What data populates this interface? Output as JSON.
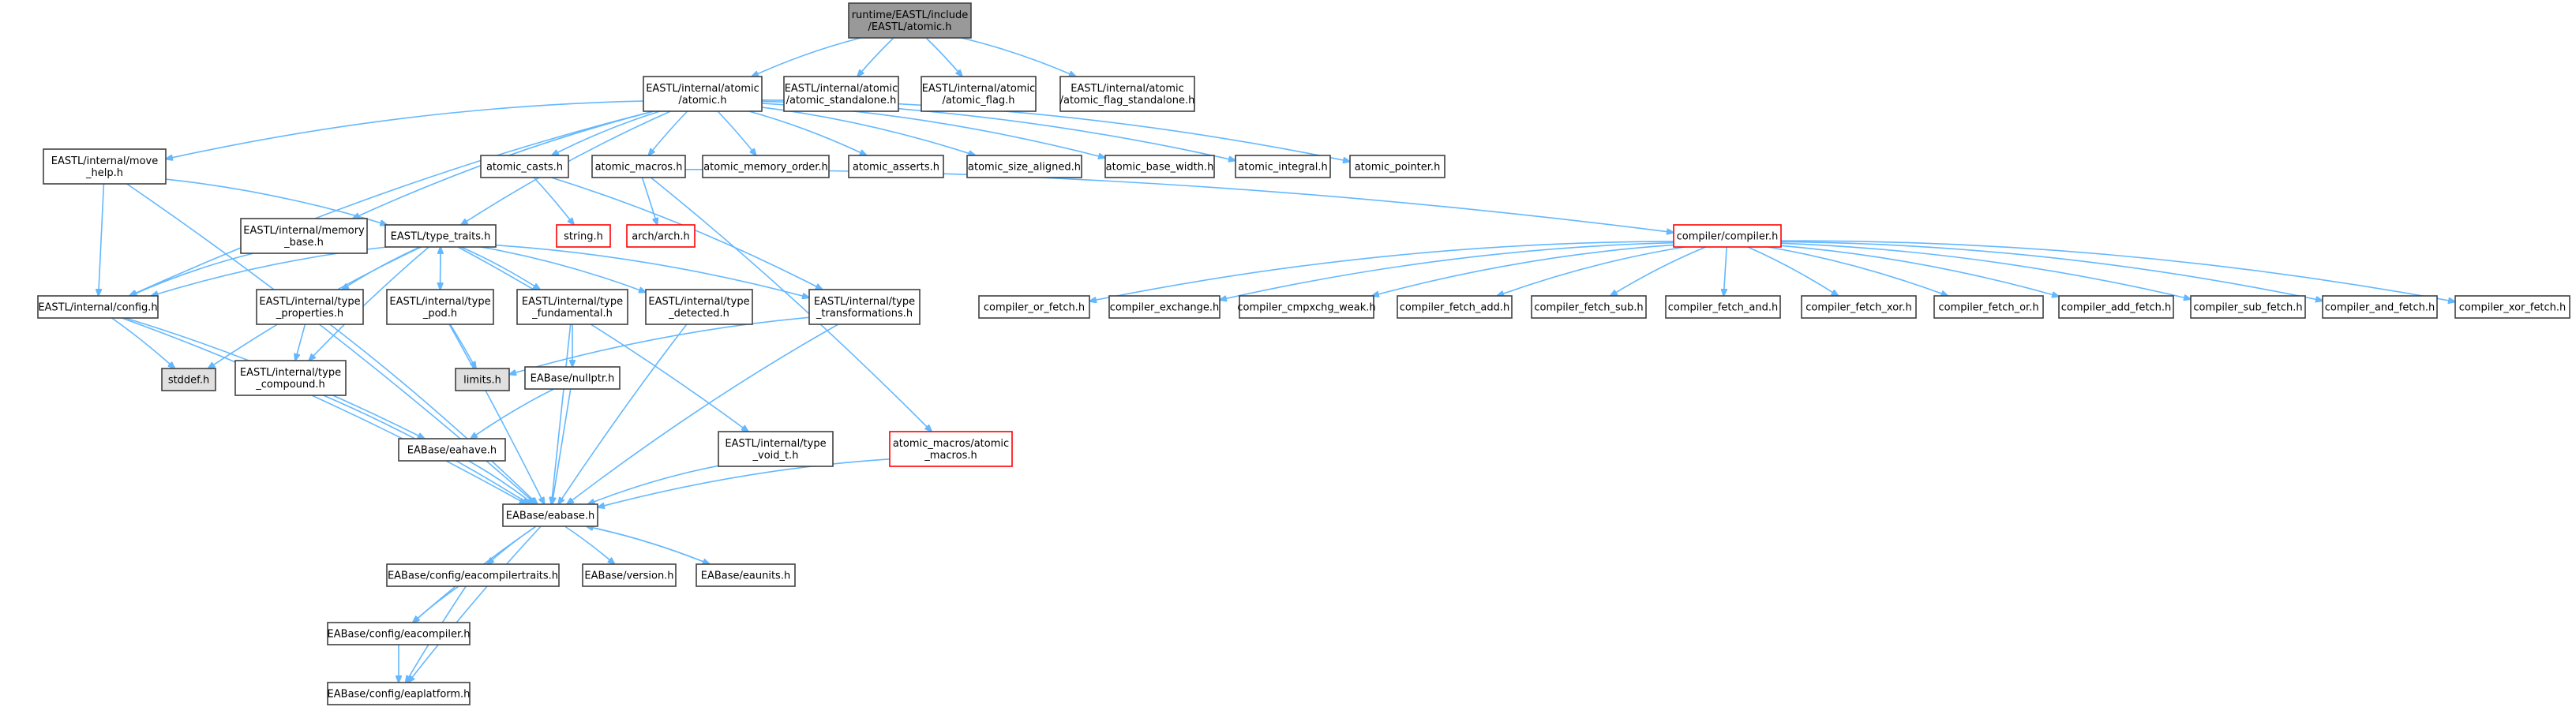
{
  "diagram": {
    "nodes": {
      "root": {
        "lines": [
          "runtime/EASTL/include",
          "/EASTL/atomic.h"
        ],
        "style": "root"
      },
      "int_atomic": {
        "lines": [
          "EASTL/internal/atomic",
          "/atomic.h"
        ],
        "style": "normal"
      },
      "int_atomic_standalone": {
        "lines": [
          "EASTL/internal/atomic",
          "/atomic_standalone.h"
        ],
        "style": "normal"
      },
      "int_atomic_flag": {
        "lines": [
          "EASTL/internal/atomic",
          "/atomic_flag.h"
        ],
        "style": "normal"
      },
      "int_atomic_flag_standalone": {
        "lines": [
          "EASTL/internal/atomic",
          "/atomic_flag_standalone.h"
        ],
        "style": "normal"
      },
      "move_help": {
        "lines": [
          "EASTL/internal/move",
          "_help.h"
        ],
        "style": "normal"
      },
      "atomic_casts": {
        "lines": [
          "atomic_casts.h"
        ],
        "style": "normal"
      },
      "atomic_macros": {
        "lines": [
          "atomic_macros.h"
        ],
        "style": "normal"
      },
      "atomic_memory_order": {
        "lines": [
          "atomic_memory_order.h"
        ],
        "style": "normal"
      },
      "atomic_asserts": {
        "lines": [
          "atomic_asserts.h"
        ],
        "style": "normal"
      },
      "atomic_size_aligned": {
        "lines": [
          "atomic_size_aligned.h"
        ],
        "style": "normal"
      },
      "atomic_base_width": {
        "lines": [
          "atomic_base_width.h"
        ],
        "style": "normal"
      },
      "atomic_integral": {
        "lines": [
          "atomic_integral.h"
        ],
        "style": "normal"
      },
      "atomic_pointer": {
        "lines": [
          "atomic_pointer.h"
        ],
        "style": "normal"
      },
      "string_h": {
        "lines": [
          "string.h"
        ],
        "style": "missing"
      },
      "arch_h": {
        "lines": [
          "arch/arch.h"
        ],
        "style": "missing"
      },
      "memory_base": {
        "lines": [
          "EASTL/internal/memory",
          "_base.h"
        ],
        "style": "normal"
      },
      "type_traits": {
        "lines": [
          "EASTL/type_traits.h"
        ],
        "style": "normal"
      },
      "compiler_h": {
        "lines": [
          "compiler/compiler.h"
        ],
        "style": "missing"
      },
      "config_h": {
        "lines": [
          "EASTL/internal/config.h"
        ],
        "style": "normal"
      },
      "type_properties": {
        "lines": [
          "EASTL/internal/type",
          "_properties.h"
        ],
        "style": "normal"
      },
      "type_pod": {
        "lines": [
          "EASTL/internal/type",
          "_pod.h"
        ],
        "style": "normal"
      },
      "type_fundamental": {
        "lines": [
          "EASTL/internal/type",
          "_fundamental.h"
        ],
        "style": "normal"
      },
      "type_detected": {
        "lines": [
          "EASTL/internal/type",
          "_detected.h"
        ],
        "style": "normal"
      },
      "type_transformations": {
        "lines": [
          "EASTL/internal/type",
          "_transformations.h"
        ],
        "style": "normal"
      },
      "compiler_or_fetch": {
        "lines": [
          "compiler_or_fetch.h"
        ],
        "style": "normal"
      },
      "compiler_exchange": {
        "lines": [
          "compiler_exchange.h"
        ],
        "style": "normal"
      },
      "compiler_cmpxchg_weak": {
        "lines": [
          "compiler_cmpxchg_weak.h"
        ],
        "style": "normal"
      },
      "compiler_fetch_add": {
        "lines": [
          "compiler_fetch_add.h"
        ],
        "style": "normal"
      },
      "compiler_fetch_sub": {
        "lines": [
          "compiler_fetch_sub.h"
        ],
        "style": "normal"
      },
      "compiler_fetch_and": {
        "lines": [
          "compiler_fetch_and.h"
        ],
        "style": "normal"
      },
      "compiler_fetch_xor": {
        "lines": [
          "compiler_fetch_xor.h"
        ],
        "style": "normal"
      },
      "compiler_fetch_or": {
        "lines": [
          "compiler_fetch_or.h"
        ],
        "style": "normal"
      },
      "compiler_add_fetch": {
        "lines": [
          "compiler_add_fetch.h"
        ],
        "style": "normal"
      },
      "compiler_sub_fetch": {
        "lines": [
          "compiler_sub_fetch.h"
        ],
        "style": "normal"
      },
      "compiler_and_fetch": {
        "lines": [
          "compiler_and_fetch.h"
        ],
        "style": "normal"
      },
      "compiler_xor_fetch": {
        "lines": [
          "compiler_xor_fetch.h"
        ],
        "style": "normal"
      },
      "stddef_h": {
        "lines": [
          "stddef.h"
        ],
        "style": "system"
      },
      "type_compound": {
        "lines": [
          "EASTL/internal/type",
          "_compound.h"
        ],
        "style": "normal"
      },
      "limits_h": {
        "lines": [
          "limits.h"
        ],
        "style": "system"
      },
      "nullptr_h": {
        "lines": [
          "EABase/nullptr.h"
        ],
        "style": "normal"
      },
      "eahave_h": {
        "lines": [
          "EABase/eahave.h"
        ],
        "style": "normal"
      },
      "type_void_t": {
        "lines": [
          "EASTL/internal/type",
          "_void_t.h"
        ],
        "style": "normal"
      },
      "atomic_macros_atomic": {
        "lines": [
          "atomic_macros/atomic",
          "_macros.h"
        ],
        "style": "missing"
      },
      "eabase_h": {
        "lines": [
          "EABase/eabase.h"
        ],
        "style": "normal"
      },
      "eacompilertraits": {
        "lines": [
          "EABase/config/eacompilertraits.h"
        ],
        "style": "normal"
      },
      "version_h": {
        "lines": [
          "EABase/version.h"
        ],
        "style": "normal"
      },
      "eaunits_h": {
        "lines": [
          "EABase/eaunits.h"
        ],
        "style": "normal"
      },
      "eacompiler_h": {
        "lines": [
          "EABase/config/eacompiler.h"
        ],
        "style": "normal"
      },
      "eaplatform_h": {
        "lines": [
          "EABase/config/eaplatform.h"
        ],
        "style": "normal"
      }
    },
    "edges": [
      [
        "root",
        "int_atomic"
      ],
      [
        "root",
        "int_atomic_standalone"
      ],
      [
        "root",
        "int_atomic_flag"
      ],
      [
        "root",
        "int_atomic_flag_standalone"
      ],
      [
        "int_atomic",
        "move_help"
      ],
      [
        "int_atomic",
        "atomic_casts"
      ],
      [
        "int_atomic",
        "atomic_macros"
      ],
      [
        "int_atomic",
        "atomic_memory_order"
      ],
      [
        "int_atomic",
        "atomic_asserts"
      ],
      [
        "int_atomic",
        "atomic_size_aligned"
      ],
      [
        "int_atomic",
        "atomic_base_width"
      ],
      [
        "int_atomic",
        "atomic_integral"
      ],
      [
        "int_atomic",
        "atomic_pointer"
      ],
      [
        "int_atomic",
        "memory_base"
      ],
      [
        "int_atomic",
        "type_traits"
      ],
      [
        "int_atomic",
        "config_h"
      ],
      [
        "move_help",
        "type_traits"
      ],
      [
        "move_help",
        "config_h"
      ],
      [
        "move_help",
        "eabase_h"
      ],
      [
        "atomic_casts",
        "string_h"
      ],
      [
        "atomic_casts",
        "type_transformations"
      ],
      [
        "atomic_macros",
        "arch_h"
      ],
      [
        "atomic_macros",
        "compiler_h"
      ],
      [
        "atomic_macros",
        "atomic_macros_atomic"
      ],
      [
        "memory_base",
        "config_h"
      ],
      [
        "type_traits",
        "config_h"
      ],
      [
        "type_traits",
        "stddef_h"
      ],
      [
        "type_traits",
        "type_properties"
      ],
      [
        "type_traits",
        "type_compound"
      ],
      [
        "type_traits",
        "type_pod"
      ],
      [
        "type_traits",
        "type_fundamental"
      ],
      [
        "type_traits",
        "type_detected"
      ],
      [
        "type_traits",
        "type_transformations"
      ],
      [
        "type_traits",
        "type_void_t"
      ],
      [
        "type_pod",
        "type_traits"
      ],
      [
        "type_pod",
        "limits_h"
      ],
      [
        "type_pod",
        "eabase_h"
      ],
      [
        "type_properties",
        "type_compound"
      ],
      [
        "type_properties",
        "eabase_h"
      ],
      [
        "type_fundamental",
        "nullptr_h"
      ],
      [
        "type_fundamental",
        "eabase_h"
      ],
      [
        "type_detected",
        "eabase_h"
      ],
      [
        "type_transformations",
        "limits_h"
      ],
      [
        "type_transformations",
        "eabase_h"
      ],
      [
        "config_h",
        "stddef_h"
      ],
      [
        "config_h",
        "eahave_h"
      ],
      [
        "config_h",
        "eabase_h"
      ],
      [
        "type_compound",
        "eabase_h"
      ],
      [
        "nullptr_h",
        "eahave_h"
      ],
      [
        "nullptr_h",
        "eabase_h"
      ],
      [
        "eahave_h",
        "eabase_h"
      ],
      [
        "type_void_t",
        "eabase_h"
      ],
      [
        "atomic_macros_atomic",
        "eabase_h"
      ],
      [
        "compiler_h",
        "compiler_or_fetch"
      ],
      [
        "compiler_h",
        "compiler_exchange"
      ],
      [
        "compiler_h",
        "compiler_cmpxchg_weak"
      ],
      [
        "compiler_h",
        "compiler_fetch_add"
      ],
      [
        "compiler_h",
        "compiler_fetch_sub"
      ],
      [
        "compiler_h",
        "compiler_fetch_and"
      ],
      [
        "compiler_h",
        "compiler_fetch_xor"
      ],
      [
        "compiler_h",
        "compiler_fetch_or"
      ],
      [
        "compiler_h",
        "compiler_add_fetch"
      ],
      [
        "compiler_h",
        "compiler_sub_fetch"
      ],
      [
        "compiler_h",
        "compiler_and_fetch"
      ],
      [
        "compiler_h",
        "compiler_xor_fetch"
      ],
      [
        "eabase_h",
        "eacompilertraits"
      ],
      [
        "eabase_h",
        "version_h"
      ],
      [
        "eabase_h",
        "eaunits_h"
      ],
      [
        "eabase_h",
        "eacompiler_h"
      ],
      [
        "eabase_h",
        "eaplatform_h"
      ],
      [
        "eaunits_h",
        "eabase_h"
      ],
      [
        "eacompilertraits",
        "eacompiler_h"
      ],
      [
        "eacompilertraits",
        "eaplatform_h"
      ],
      [
        "eacompiler_h",
        "eaplatform_h"
      ]
    ],
    "colors": {
      "edge": "#63b8ff",
      "node_border": "#404040",
      "root_fill": "#999999",
      "system_fill": "#e0e0e0",
      "missing_border": "#ff0000",
      "node_fill": "#ffffff"
    }
  }
}
